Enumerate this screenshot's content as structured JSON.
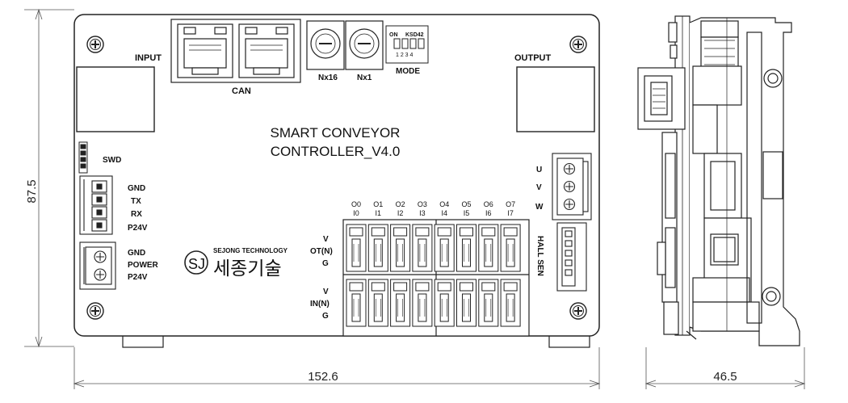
{
  "board": {
    "title_line1": "SMART CONVEYOR",
    "title_line2": "CONTROLLER_V4.0",
    "input_label": "INPUT",
    "output_label": "OUTPUT",
    "can_label": "CAN",
    "nx16_label": "Nx16",
    "nx1_label": "Nx1",
    "mode_label": "MODE",
    "dip_on": "ON",
    "dip_part": "KSD42",
    "dip_numbers": "1 2 3 4",
    "swd_label": "SWD",
    "uart_labels": [
      "GND",
      "TX",
      "RX",
      "P24V"
    ],
    "power_labels": [
      "GND",
      "POWER",
      "P24V"
    ],
    "motor_labels": [
      "U",
      "V",
      "W"
    ],
    "hall_label": "HALL SEN",
    "io_top_labels": [
      "O0",
      "O1",
      "O2",
      "O3",
      "O4",
      "O5",
      "O6",
      "O7"
    ],
    "io_bottom_labels": [
      "I0",
      "I1",
      "I2",
      "I3",
      "I4",
      "I5",
      "I6",
      "I7"
    ],
    "ot_labels": [
      "V",
      "OT(N)",
      "G"
    ],
    "in_labels": [
      "V",
      "IN(N)",
      "G"
    ],
    "brand_en": "SEJONG TECHNOLOGY",
    "brand_kr": "세종기술",
    "logo_text": "SJ"
  },
  "dimensions": {
    "width": "152.6",
    "height": "87.5",
    "depth": "46.5"
  }
}
